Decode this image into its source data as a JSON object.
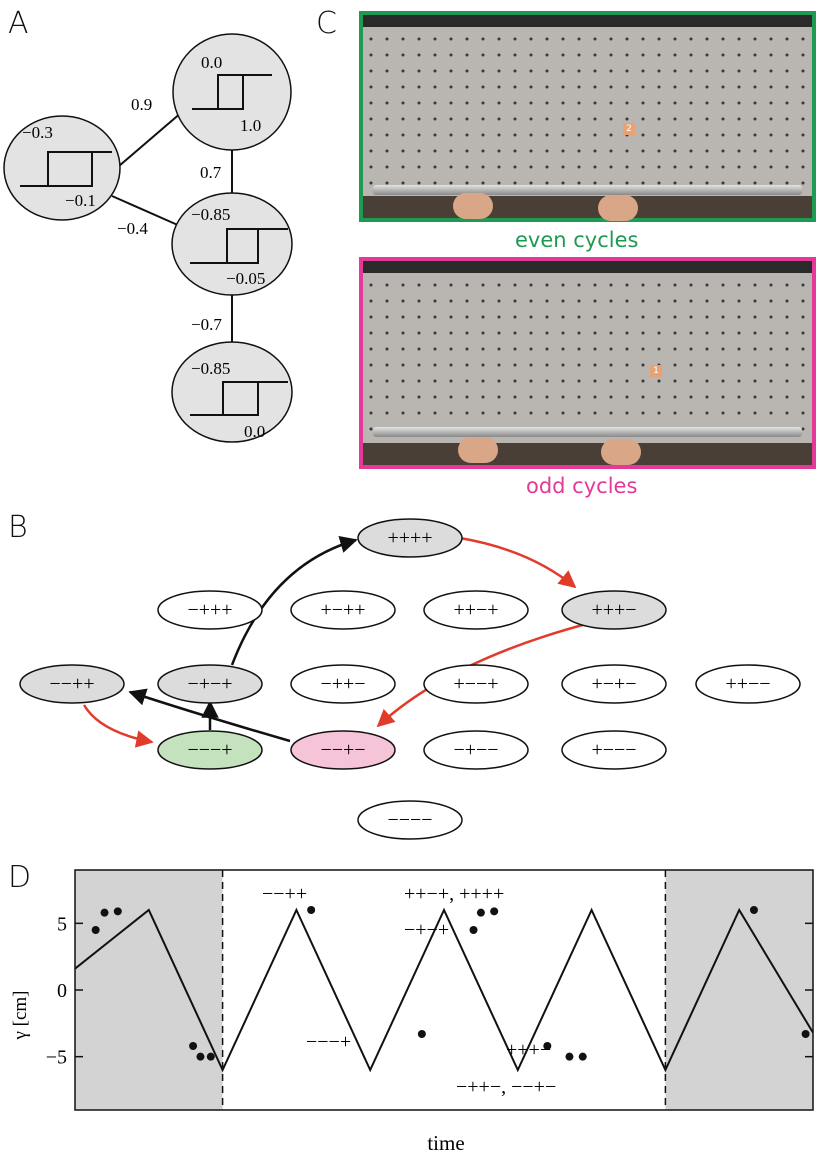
{
  "panel_labels": {
    "a": "A",
    "b": "B",
    "c": "C",
    "d": "D"
  },
  "panel_a": {
    "nodes": [
      {
        "top": "0.0",
        "bottom": "1.0"
      },
      {
        "top": "−0.3",
        "bottom": "−0.1"
      },
      {
        "top": "−0.85",
        "bottom": "−0.05"
      },
      {
        "top": "−0.85",
        "bottom": "0.0"
      }
    ],
    "edges": [
      "0.9",
      "0.7",
      "−0.4",
      "−0.7"
    ]
  },
  "panel_b": {
    "states": [
      "++++",
      "−+++",
      "+−++",
      "++−+",
      "+++−",
      "−−++",
      "−+−+",
      "−++−",
      "+−−+",
      "+−+−",
      "++−−",
      "−−−+",
      "−−+−",
      "−+−−",
      "+−−−",
      "−−−−"
    ]
  },
  "panel_c": {
    "even_label": "even cycles",
    "odd_label": "odd cycles",
    "even_color": "#1f9a52",
    "odd_color": "#e5399a",
    "tag_even": "2",
    "tag_odd": "1"
  },
  "panel_d": {
    "ylabel": "γ [cm]",
    "xlabel": "time",
    "yticks": [
      "5",
      "0",
      "−5"
    ],
    "annotations": [
      "−−++",
      "++−+, ++++",
      "−+−+",
      "−−−+",
      "+++−",
      "−++−, −−+−"
    ]
  },
  "colors": {
    "highlight": "#dcdcdc",
    "green_state": "#c3e2bd",
    "pink_state": "#f6c4d8",
    "red_arrow": "#e13c2b",
    "shade": "#d3d3d3"
  },
  "chart_data": {
    "type": "line",
    "xlabel": "time",
    "ylabel": "γ [cm]",
    "ylim": [
      -9,
      9
    ],
    "yticks": [
      -5,
      0,
      5
    ],
    "shaded_regions": [
      [
        0,
        1
      ],
      [
        4,
        5
      ]
    ],
    "series": [
      {
        "x": [
          0,
          0.5,
          1.0,
          1.5,
          2.0,
          2.5,
          3.0,
          3.5,
          4.0,
          4.5,
          5.0
        ],
        "y": [
          1.6,
          6,
          -6,
          6,
          -6,
          6,
          -6,
          6,
          -6,
          6,
          -3.2
        ]
      }
    ],
    "markers": {
      "x": [
        0.14,
        0.2,
        0.29,
        0.8,
        0.85,
        0.92,
        1.6,
        2.35,
        2.7,
        2.75,
        2.84,
        3.2,
        3.35,
        3.44,
        4.6,
        4.95
      ],
      "y": [
        4.5,
        5.8,
        5.9,
        -4.2,
        -5.0,
        -5.0,
        6.0,
        -3.3,
        4.5,
        5.8,
        5.9,
        -4.2,
        -5.0,
        -5.0,
        6.0,
        -3.3
      ]
    }
  }
}
